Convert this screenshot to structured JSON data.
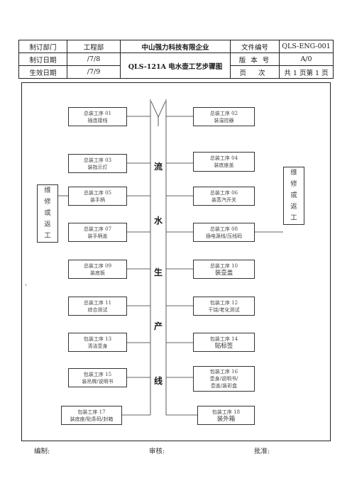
{
  "header": {
    "r1": {
      "l1": "制订部门",
      "v1": "工程部",
      "company": "中山强力科技有限企业",
      "l2": "文件编号",
      "v2": "QLS-ENG-001"
    },
    "r2": {
      "l1": "制订日期",
      "v1": "/7/8",
      "title": "QLS-121A 电水壶工艺步骤图",
      "l2": "版 本 号",
      "v2": "A/0"
    },
    "r3": {
      "l1": "生效日期",
      "v1": "/7/9",
      "l2": "页 次",
      "v2": "共 1 页第 1 页"
    }
  },
  "flow": {
    "line_chars": [
      "流",
      "水",
      "生",
      "产",
      "线"
    ],
    "rework_left": [
      "维",
      "修",
      "或",
      "返",
      "工"
    ],
    "rework_right": [
      "维",
      "修",
      "或",
      "返",
      "工"
    ],
    "steps": [
      {
        "code": "总装工序 01",
        "name": "插连接线"
      },
      {
        "code": "总装工序 02",
        "name": "装温控器"
      },
      {
        "code": "总装工序 03",
        "name": "装指示灯"
      },
      {
        "code": "总装工序 04",
        "name": "装底座盖"
      },
      {
        "code": "总装工序 05",
        "name": "装手柄"
      },
      {
        "code": "总装工序 06",
        "name": "装蒸汽开关"
      },
      {
        "code": "总装工序 07",
        "name": "装手柄盖"
      },
      {
        "code": "总装工序 08",
        "name": "插电源线/压线码"
      },
      {
        "code": "总装工序 09",
        "name": "装底板"
      },
      {
        "code": "总装工序 10",
        "name": "装壶盖"
      },
      {
        "code": "总装工序 11",
        "name": "综合测试"
      },
      {
        "code": "包装工序 12",
        "name": "干烧/老化测试"
      },
      {
        "code": "包装工序 13",
        "name": "清洁壶身"
      },
      {
        "code": "包装工序 14",
        "name": "贴标签"
      },
      {
        "code": "包装工序 15",
        "name": "装吊牌/说明书"
      },
      {
        "code": "包装工序 16",
        "name": "壶身/说明书/",
        "name2": "壶盖/装彩盒"
      },
      {
        "code": "包装工序 17",
        "name": "装底座/贴条码/封箱"
      },
      {
        "code": "包装工序 18",
        "name": "装外箱"
      }
    ],
    "stray_mark": "、"
  },
  "footer": {
    "made": "编制:",
    "review": "审核:",
    "approve": "批准:"
  }
}
